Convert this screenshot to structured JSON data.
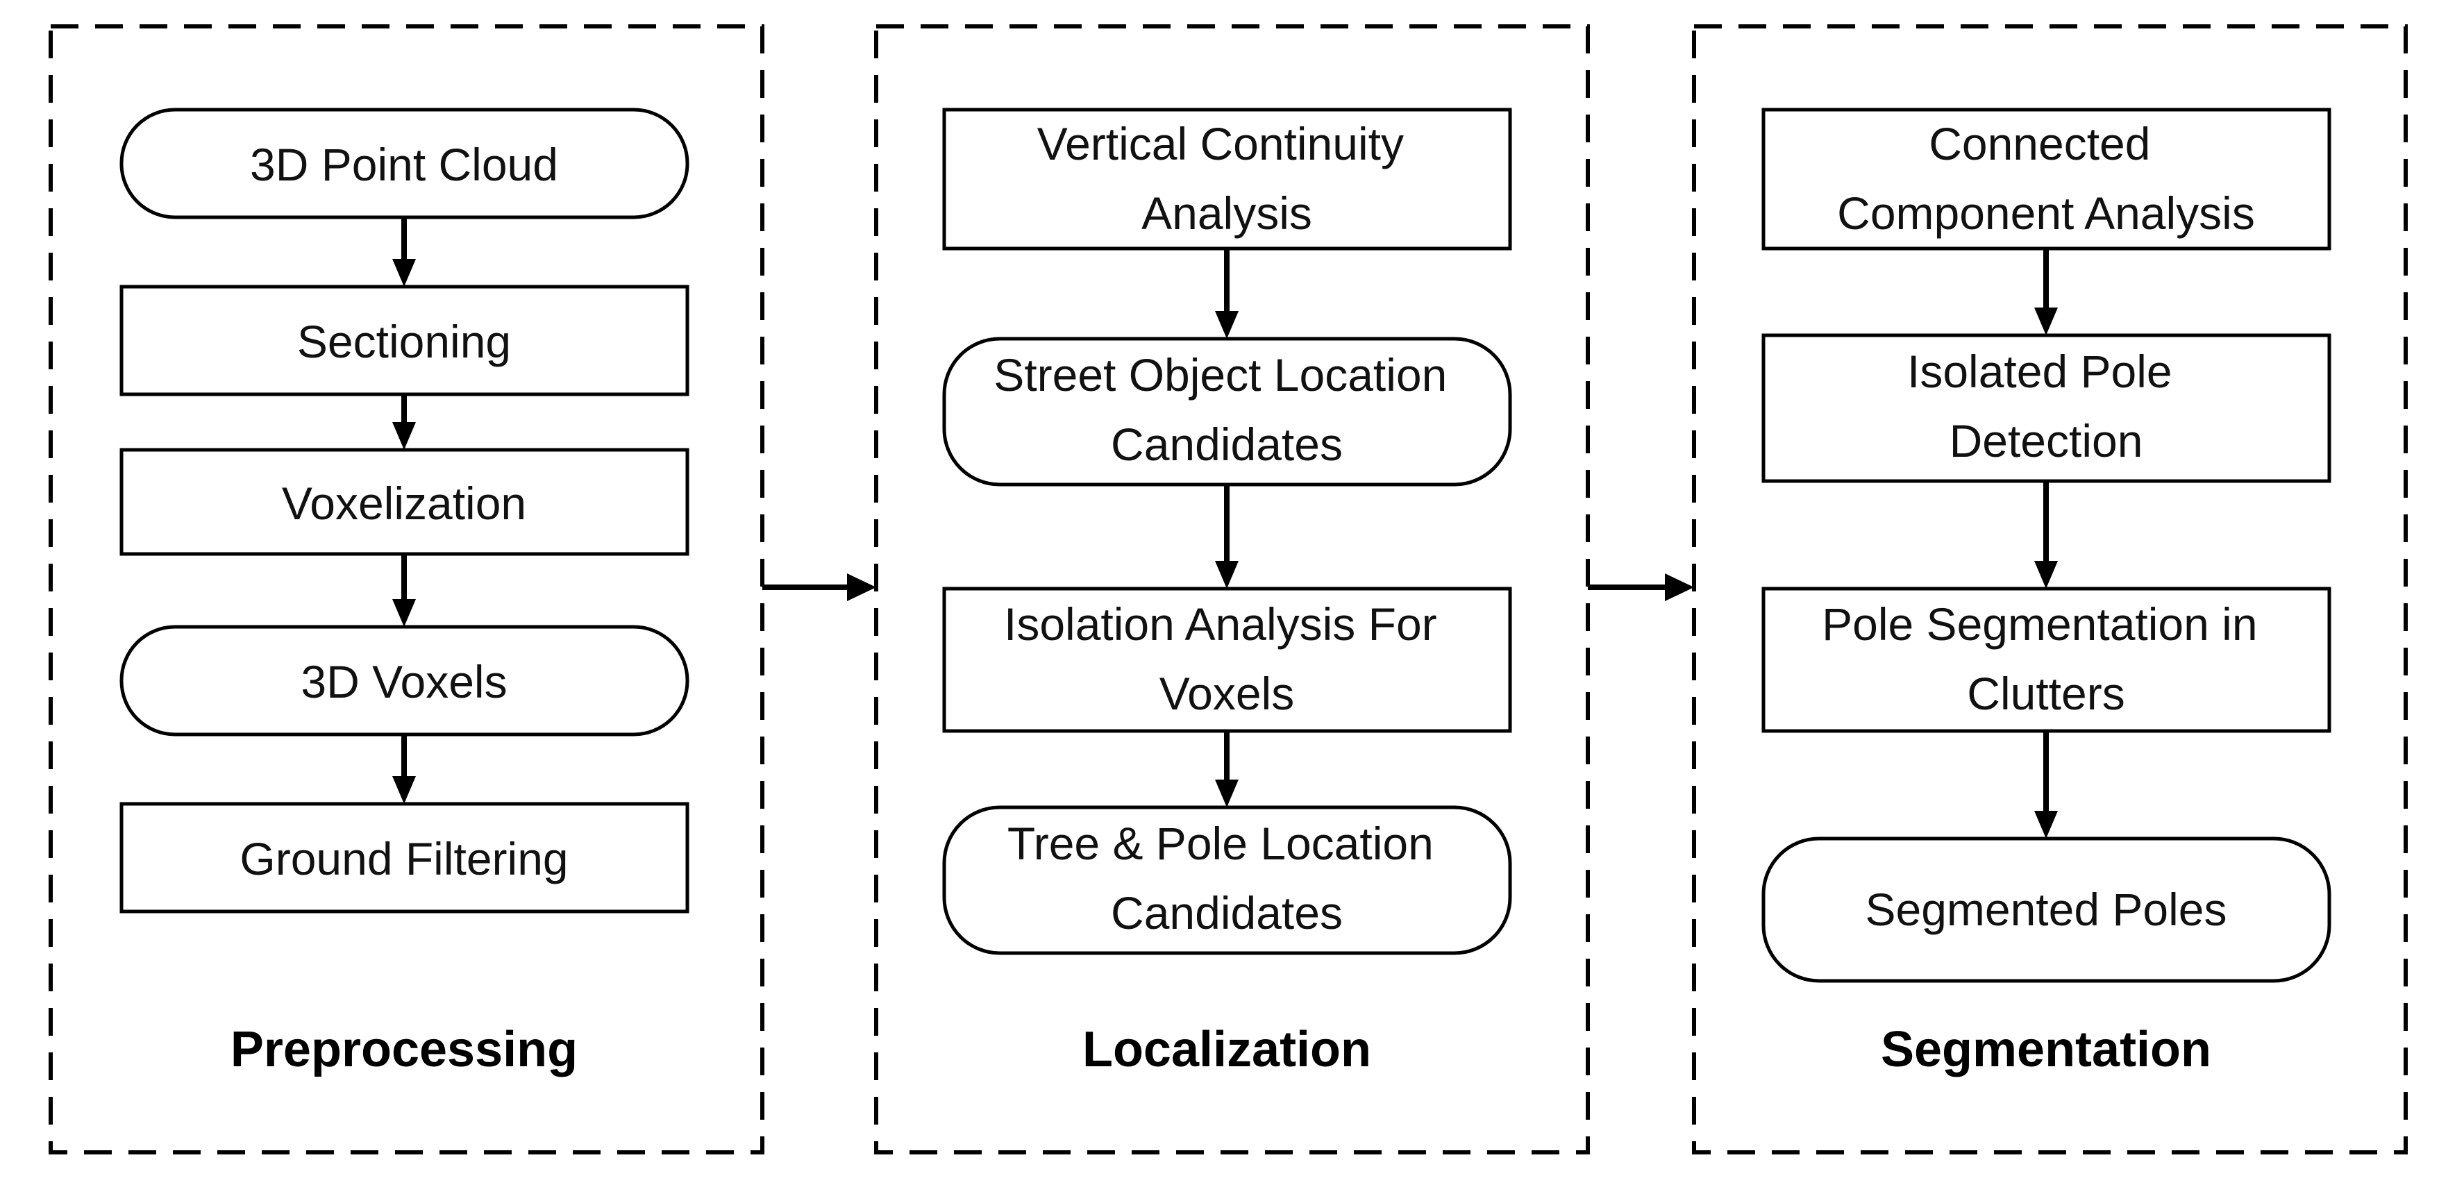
{
  "stages": [
    {
      "id": "preprocessing",
      "title": "Preprocessing",
      "nodes": [
        {
          "shape": "rounded",
          "lines": [
            "3D Point Cloud"
          ]
        },
        {
          "shape": "rect",
          "lines": [
            "Sectioning"
          ]
        },
        {
          "shape": "rect",
          "lines": [
            "Voxelization"
          ]
        },
        {
          "shape": "rounded",
          "lines": [
            "3D Voxels"
          ]
        },
        {
          "shape": "rect",
          "lines": [
            "Ground Filtering"
          ]
        }
      ]
    },
    {
      "id": "localization",
      "title": "Localization",
      "nodes": [
        {
          "shape": "rect",
          "lines": [
            "Vertical Continuity",
            "Analysis"
          ]
        },
        {
          "shape": "rounded",
          "lines": [
            "Street Object Location",
            "Candidates"
          ]
        },
        {
          "shape": "rect",
          "lines": [
            "Isolation Analysis For",
            "Voxels"
          ]
        },
        {
          "shape": "rounded",
          "lines": [
            "Tree & Pole Location",
            "Candidates"
          ]
        }
      ]
    },
    {
      "id": "segmentation",
      "title": "Segmentation",
      "nodes": [
        {
          "shape": "rect",
          "lines": [
            "Connected",
            "Component Analysis"
          ]
        },
        {
          "shape": "rect",
          "lines": [
            "Isolated Pole",
            "Detection"
          ]
        },
        {
          "shape": "rect",
          "lines": [
            "Pole Segmentation in",
            "Clutters"
          ]
        },
        {
          "shape": "rounded",
          "lines": [
            "Segmented Poles"
          ]
        }
      ]
    }
  ]
}
